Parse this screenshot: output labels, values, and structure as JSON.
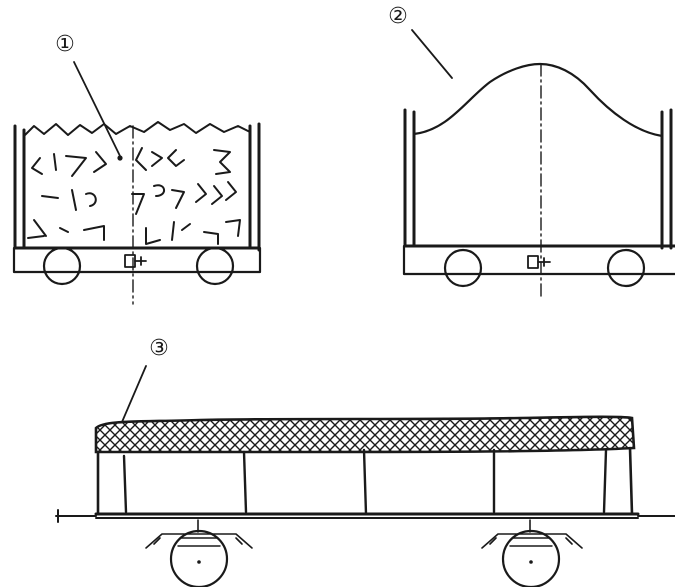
{
  "callouts": {
    "one": "①",
    "two": "②",
    "three": "③"
  },
  "colors": {
    "ink": "#1a1a1a",
    "paper": "#ffffff"
  }
}
